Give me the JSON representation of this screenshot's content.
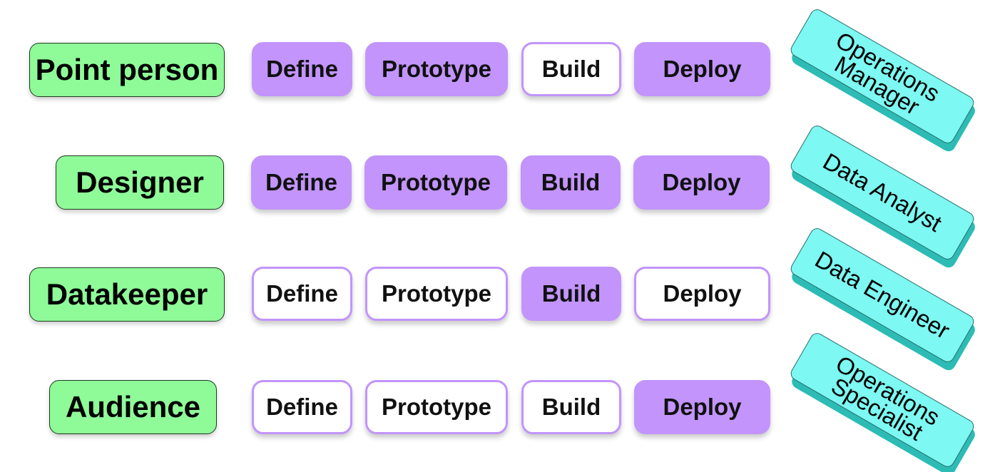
{
  "phase_labels": {
    "define": "Define",
    "prototype": "Prototype",
    "build": "Build",
    "deploy": "Deploy"
  },
  "rows": [
    {
      "role": "Point person",
      "active": {
        "define": true,
        "prototype": true,
        "build": false,
        "deploy": true
      },
      "tag_lines": [
        "Operations",
        "Manager"
      ]
    },
    {
      "role": "Designer",
      "active": {
        "define": true,
        "prototype": true,
        "build": true,
        "deploy": true
      },
      "tag_lines": [
        "Data Analyst"
      ]
    },
    {
      "role": "Datakeeper",
      "active": {
        "define": false,
        "prototype": false,
        "build": true,
        "deploy": false
      },
      "tag_lines": [
        "Data Engineer"
      ]
    },
    {
      "role": "Audience",
      "active": {
        "define": false,
        "prototype": false,
        "build": false,
        "deploy": true
      },
      "tag_lines": [
        "Operations",
        "Specialist"
      ]
    }
  ],
  "colors": {
    "role_fill": "#8efa98",
    "phase_active_fill": "#c294fc",
    "phase_border": "#c294fc",
    "tag_fill": "#7df8f2",
    "tag_shadow": "#2cbcb5"
  }
}
